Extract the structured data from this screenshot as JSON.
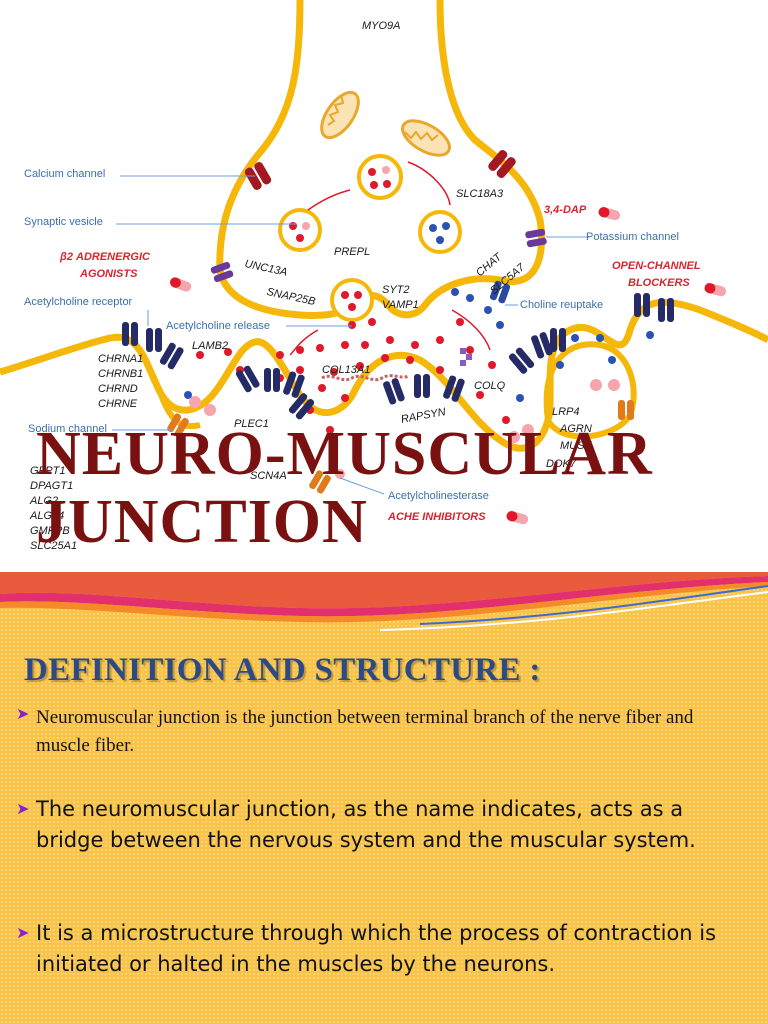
{
  "diagram": {
    "title": "NEURO-MUSCULAR JUNCTION",
    "labels": {
      "myo9a": "MYO9A",
      "calcium_channel": "Calcium channel",
      "synaptic_vesicle": "Synaptic vesicle",
      "b2_agonists_line1": "β2 ADRENERGIC",
      "b2_agonists_line2": "AGONISTS",
      "ach_receptor": "Acetylcholine receptor",
      "ach_release": "Acetylcholine release",
      "sodium_channel": "Sodium channel",
      "ach_esterase": "Acetylcholinesterase",
      "potassium_channel": "Potassium channel",
      "choline_reuptake": "Choline reuptake",
      "dap": "3,4-DAP",
      "open_channel_line1": "OPEN-CHANNEL",
      "open_channel_line2": "BLOCKERS",
      "ache_inhibitors": "ACHE INHIBITORS",
      "slc18a3": "SLC18A3",
      "prepl": "PREPL",
      "unc13a": "UNC13A",
      "snap25b": "SNAP25B",
      "syt2": "SYT2",
      "vamp1": "VAMP1",
      "chat": "CHAT",
      "slc5a7": "SLC5A7",
      "lamb2": "LAMB2",
      "col13a1": "COL13A1",
      "colq": "COLQ",
      "rapsyn": "RAPSYN",
      "plec1": "PLEC1",
      "scn4a": "SCN4A",
      "lrp4": "LRP4",
      "agrn": "AGRN",
      "musk": "MUSK",
      "dok7": "DOK7",
      "chrn_genes": [
        "CHRNA1",
        "CHRNB1",
        "CHRND",
        "CHRNE"
      ],
      "glyco_genes": [
        "GFPT1",
        "DPAGT1",
        "ALG2",
        "ALG14",
        "GMPPB",
        "SLC25A1"
      ]
    }
  },
  "slide": {
    "heading": "DEFINITION AND STRUCTURE :",
    "bullets": [
      "Neuromuscular junction is the junction between terminal branch of the nerve fiber and muscle fiber.",
      "The neuromuscular junction, as the name indicates, acts as a bridge between the nervous system and the muscular system.",
      "It is a microstructure through which the process of contraction is initiated or halted in the muscles by the neurons."
    ],
    "bullet_icon": "arrow-bullet-icon"
  },
  "colors": {
    "membrane": "#f5b80a",
    "acetylcholine": "#e0182a",
    "choline": "#2a52b3",
    "title": "#7a1111",
    "heading": "#2b4a86",
    "panel": "#f8c347"
  }
}
